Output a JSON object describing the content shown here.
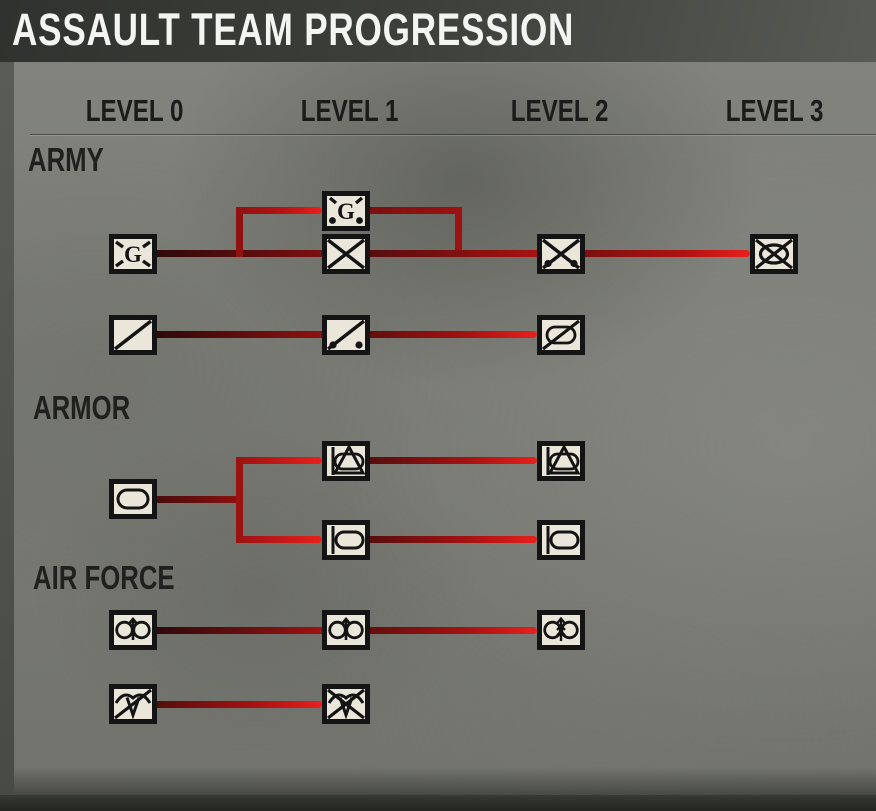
{
  "title": "ASSAULT TEAM PROGRESSION",
  "columns": [
    "LEVEL 0",
    "LEVEL 1",
    "LEVEL 2",
    "LEVEL 3"
  ],
  "sections": [
    {
      "label": "ARMY",
      "units": [
        {
          "id": "army-infantry-guard-l0",
          "icon": "infantry-guard",
          "level": 0
        },
        {
          "id": "army-infantry-guard-motorized-l1",
          "icon": "infantry-guard-motorized",
          "level": 1
        },
        {
          "id": "army-infantry-l1",
          "icon": "infantry",
          "level": 1
        },
        {
          "id": "army-infantry-motorized-l2",
          "icon": "infantry-motorized",
          "level": 2
        },
        {
          "id": "army-infantry-mechanized-l3",
          "icon": "infantry-mechanized",
          "level": 3
        },
        {
          "id": "army-recon-l0",
          "icon": "recon",
          "level": 0
        },
        {
          "id": "army-recon-motorized-l1",
          "icon": "recon-motorized",
          "level": 1
        },
        {
          "id": "army-recon-mechanized-l2",
          "icon": "recon-mechanized",
          "level": 2
        }
      ]
    },
    {
      "label": "ARMOR",
      "units": [
        {
          "id": "armor-tank-l0",
          "icon": "tank",
          "level": 0
        },
        {
          "id": "armor-tank-destroyer-l1",
          "icon": "tank-destroyer",
          "level": 1
        },
        {
          "id": "armor-tank-medium-l1",
          "icon": "tank-medium",
          "level": 1
        },
        {
          "id": "armor-tank-destroyer-l2",
          "icon": "tank-destroyer",
          "level": 2
        },
        {
          "id": "armor-tank-medium-l2",
          "icon": "tank-medium",
          "level": 2
        }
      ]
    },
    {
      "label": "AIR FORCE",
      "units": [
        {
          "id": "airforce-fighter-l0",
          "icon": "fighter",
          "level": 0
        },
        {
          "id": "airforce-fighter-l1",
          "icon": "fighter",
          "level": 1
        },
        {
          "id": "airforce-fighter-veteran-l2",
          "icon": "fighter-veteran",
          "level": 2
        },
        {
          "id": "airforce-paratrooper-recon-l0",
          "icon": "paratrooper-recon",
          "level": 0
        },
        {
          "id": "airforce-paratrooper-l1",
          "icon": "paratrooper",
          "level": 1
        }
      ]
    }
  ],
  "connections": [
    {
      "from": "army-infantry-guard-l0",
      "to": "army-infantry-guard-motorized-l1"
    },
    {
      "from": "army-infantry-guard-l0",
      "to": "army-infantry-l1"
    },
    {
      "from": "army-infantry-guard-motorized-l1",
      "to": "army-infantry-motorized-l2"
    },
    {
      "from": "army-infantry-l1",
      "to": "army-infantry-motorized-l2"
    },
    {
      "from": "army-infantry-motorized-l2",
      "to": "army-infantry-mechanized-l3"
    },
    {
      "from": "army-recon-l0",
      "to": "army-recon-motorized-l1"
    },
    {
      "from": "army-recon-motorized-l1",
      "to": "army-recon-mechanized-l2"
    },
    {
      "from": "armor-tank-l0",
      "to": "armor-tank-destroyer-l1"
    },
    {
      "from": "armor-tank-l0",
      "to": "armor-tank-medium-l1"
    },
    {
      "from": "armor-tank-destroyer-l1",
      "to": "armor-tank-destroyer-l2"
    },
    {
      "from": "armor-tank-medium-l1",
      "to": "armor-tank-medium-l2"
    },
    {
      "from": "airforce-fighter-l0",
      "to": "airforce-fighter-l1"
    },
    {
      "from": "airforce-fighter-l1",
      "to": "airforce-fighter-veteran-l2"
    },
    {
      "from": "airforce-paratrooper-recon-l0",
      "to": "airforce-paratrooper-l1"
    }
  ],
  "icon_glyphs": {
    "guard_letter": "G"
  },
  "colors": {
    "line_dark": "#2f0909",
    "line_mid": "#8f1111",
    "line_bright": "#e8201c",
    "icon_fill": "#eae7da",
    "icon_stroke": "#141414",
    "title_text": "#f4f4f2",
    "header_text": "#1b1b1a"
  }
}
